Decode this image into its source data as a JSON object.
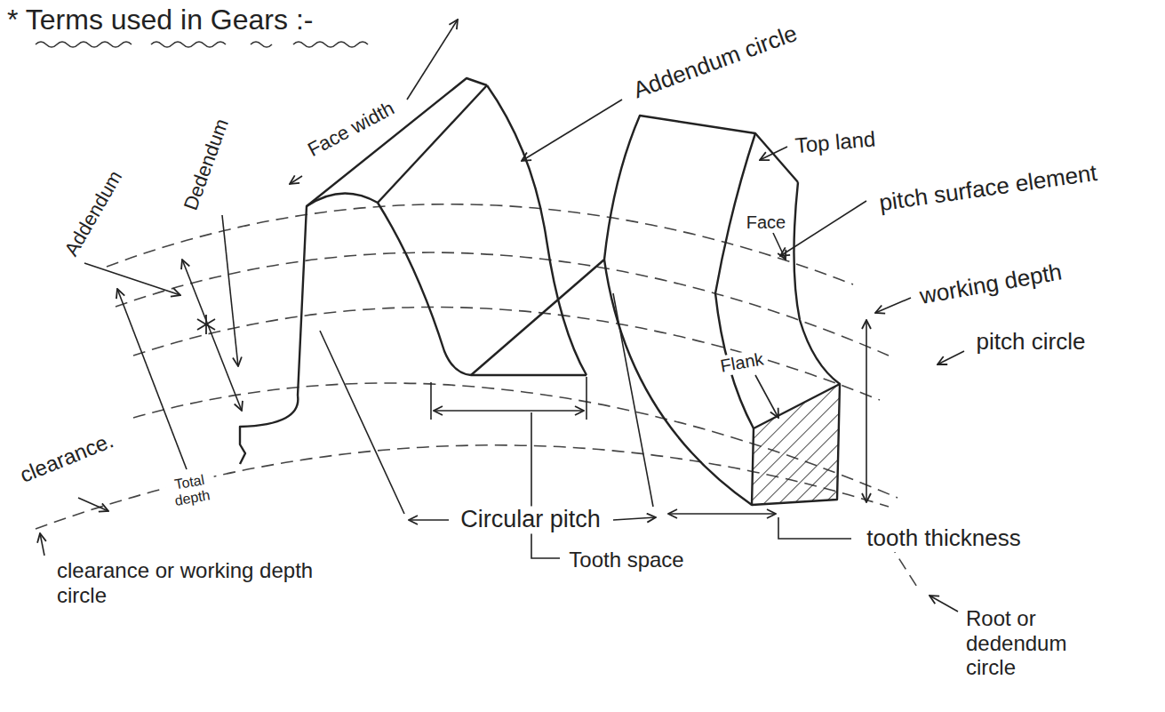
{
  "diagram": {
    "title": "* Terms used in Gears :-",
    "labels": [
      "Addendum circle",
      "Face width",
      "Top land",
      "pitch surface element",
      "Face",
      "working depth",
      "pitch circle",
      "Addendum",
      "Dedendum",
      "Flank",
      "clearance.",
      "Total depth",
      "Circular pitch",
      "Tooth space",
      "tooth thickness",
      "clearance or working depth circle",
      "Root or dedendum circle"
    ]
  }
}
